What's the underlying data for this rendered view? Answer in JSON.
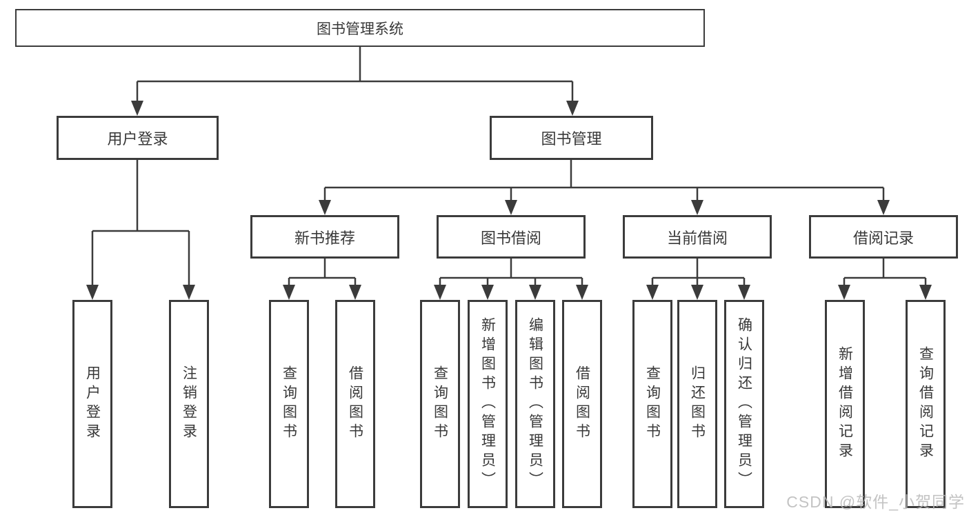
{
  "diagram": {
    "root": {
      "label": "图书管理系统"
    },
    "branches": [
      {
        "label": "用户登录",
        "children": [
          {
            "label": "用户登录"
          },
          {
            "label": "注销登录"
          }
        ]
      },
      {
        "label": "图书管理",
        "children": [
          {
            "label": "新书推荐",
            "children": [
              {
                "label": "查询图书"
              },
              {
                "label": "借阅图书"
              }
            ]
          },
          {
            "label": "图书借阅",
            "children": [
              {
                "label": "查询图书"
              },
              {
                "label": "新增图书（管理员）"
              },
              {
                "label": "编辑图书（管理员）"
              },
              {
                "label": "借阅图书"
              }
            ]
          },
          {
            "label": "当前借阅",
            "children": [
              {
                "label": "查询图书"
              },
              {
                "label": "归还图书"
              },
              {
                "label": "确认归还（管理员）"
              }
            ]
          },
          {
            "label": "借阅记录",
            "children": [
              {
                "label": "新增借阅记录"
              },
              {
                "label": "查询借阅记录"
              }
            ]
          }
        ]
      }
    ]
  },
  "watermark": {
    "text": "CSDN @软件_小贺同学"
  },
  "colors": {
    "line": "#3b3b3b",
    "text": "#383838",
    "background": "#ffffff",
    "watermark": "#b9b9b9"
  }
}
